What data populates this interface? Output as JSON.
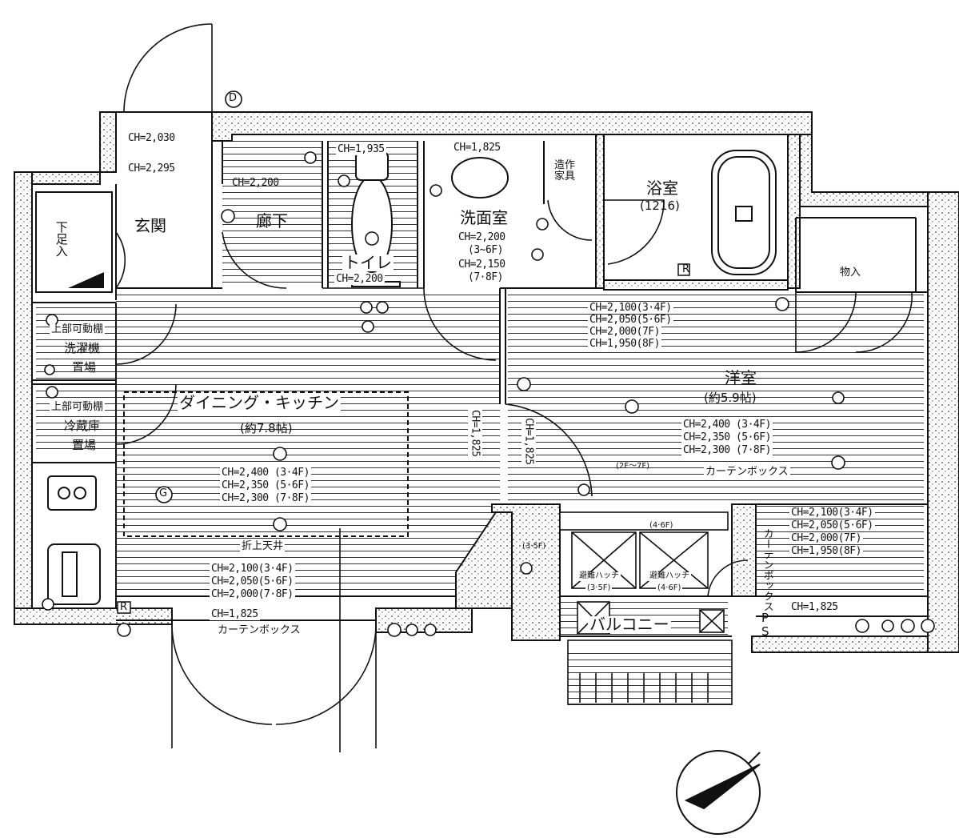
{
  "rooms": {
    "genkan": "玄関",
    "geta": "下足入",
    "rouka": "廊下",
    "toilet": "トイレ",
    "senmen": "洗面室",
    "yokushitsu": "浴室",
    "yokushitsu_size": "(1216)",
    "zousaku": "造作家具",
    "nouiri": "物入",
    "youshitsu": "洋室",
    "youshitsu_size": "(約5.9帖)",
    "dk": "ダイニング・キッチン",
    "dk_size": "(約7.8帖)",
    "balcony": "バルコニー",
    "sentakuki_a": "上部可動棚",
    "sentakuki_b": "洗濯機",
    "sentakuki_c": "置場",
    "reizouko_a": "上部可動棚",
    "reizouko_b": "冷蔵庫",
    "reizouko_c": "置場",
    "oriage": "折上天井",
    "curtain1": "カーテンボックス",
    "curtain2": "カーテンボックス",
    "curtain3": "カーテンボックス",
    "hatch1": "避難ハッチ",
    "hatch1_floor": "(3·5F)",
    "hatch2": "避難ハッチ",
    "hatch2_floor": "(4·6F)",
    "floor_35": "(3·5F)",
    "floor_46": "(4·6F)",
    "floor_2f7f": "(2F～7F)",
    "ps_p": "P",
    "ps_s": "S",
    "r1": "R",
    "r2": "R",
    "g": "G",
    "d": "D"
  },
  "ceilings": {
    "genkan1": "CH=2,030",
    "genkan2": "CH=2,295",
    "rouka": "CH=2,200",
    "toilet_top": "CH=1,935",
    "toilet_bottom": "CH=2,200",
    "senmen_top": "CH=1,825",
    "senmen1": "CH=2,200",
    "senmen1f": "(3~6F)",
    "senmen2": "CH=2,150",
    "senmen2f": "(7·8F)",
    "yo_top": [
      "CH=2,100(3·4F)",
      "CH=2,050(5·6F)",
      "CH=2,000(7F)",
      "CH=1,950(8F)"
    ],
    "yo_mid": [
      "CH=2,400 (3·4F)",
      "CH=2,350 (5·6F)",
      "CH=2,300 (7·8F)"
    ],
    "yo_right": [
      "CH=2,100(3·4F)",
      "CH=2,050(5·6F)",
      "CH=2,000(7F)",
      "CH=1,950(8F)"
    ],
    "yo_bottom": "CH=1,825",
    "dk_mid": [
      "CH=2,400 (3·4F)",
      "CH=2,350 (5·6F)",
      "CH=2,300 (7·8F)"
    ],
    "dk_low": [
      "CH=2,100(3·4F)",
      "CH=2,050(5·6F)",
      "CH=2,000(7·8F)"
    ],
    "dk_bottom": "CH=1,825",
    "v1": "CH=1,825",
    "v2": "CH=1,825"
  }
}
